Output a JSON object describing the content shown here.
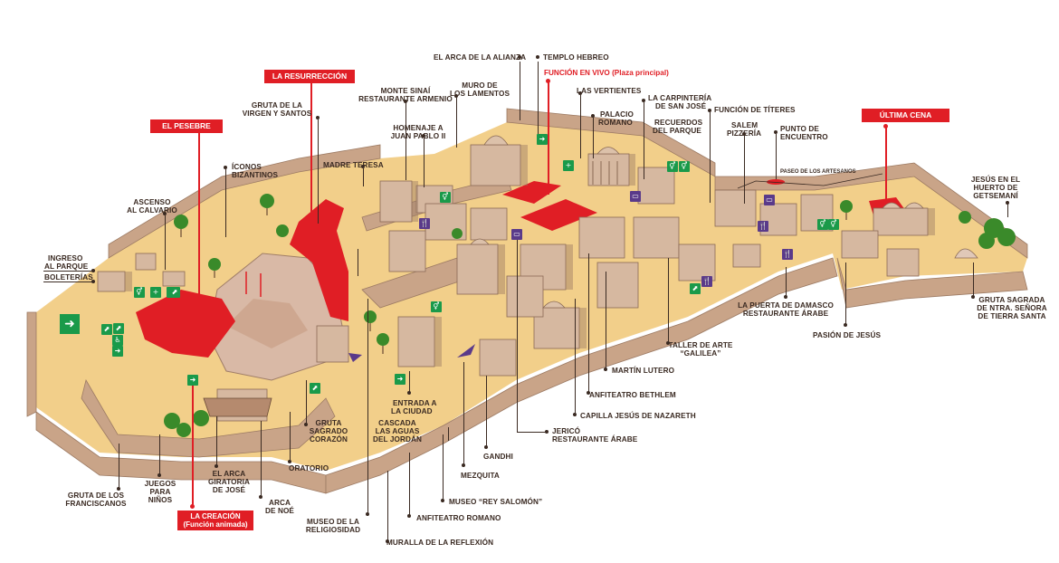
{
  "title_tags": {
    "resurreccion": "LA RESURRECCIÓN",
    "pesebre": "EL PESEBRE",
    "ultima_cena": "ÚLTIMA CENA",
    "creacion": "LA CREACIÓN",
    "creacion_sub": "(Función animada)",
    "funcion_vivo": "FUNCIÓN EN VIVO",
    "funcion_vivo_sub": "(Plaza principal)"
  },
  "labels": {
    "arca_alianza": "EL ARCA DE LA ALIANZA",
    "templo_hebreo": "TEMPLO HEBREO",
    "muro_lamentos_1": "MURO DE",
    "muro_lamentos_2": "LOS LAMENTOS",
    "monte_sinai_1": "MONTE SINAÍ",
    "monte_sinai_2": "RESTAURANTE ARMENIO",
    "gruta_virgen_1": "GRUTA DE LA",
    "gruta_virgen_2": "VIRGEN Y SANTOS",
    "las_vertientes": "LAS VERTIENTES",
    "carpinteria_1": "LA CARPINTERÍA",
    "carpinteria_2": "DE SAN JOSÉ",
    "palacio_1": "PALACIO",
    "palacio_2": "ROMANO",
    "recuerdos_1": "RECUERDOS",
    "recuerdos_2": "DEL PARQUE",
    "funcion_titeres": "FUNCIÓN DE TÍTERES",
    "salem_1": "SALEM",
    "salem_2": "PIZZERÍA",
    "punto_1": "PUNTO DE",
    "punto_2": "ENCUENTRO",
    "homenaje_1": "HOMENAJE A",
    "homenaje_2": "JUAN PABLO II",
    "madre_teresa": "MADRE TERESA",
    "iconos_1": "ÍCONOS",
    "iconos_2": "BIZANTINOS",
    "paseo_artesanos": "PASEO DE LOS ARTESANOS",
    "jesus_huerto_1": "JESÚS EN EL",
    "jesus_huerto_2": "HUERTO DE",
    "jesus_huerto_3": "GETSEMANÍ",
    "ascenso_1": "ASCENSO",
    "ascenso_2": "AL CALVARIO",
    "ingreso_1": "INGRESO",
    "ingreso_2": "AL PARQUE",
    "boleterias": "BOLETERÍAS",
    "gruta_sagrada_1": "GRUTA SAGRADA",
    "gruta_sagrada_2": "DE NTRA. SEÑORA",
    "gruta_sagrada_3": "DE TIERRA SANTA",
    "puerta_damasco_1": "LA PUERTA DE DAMASCO",
    "puerta_damasco_2": "RESTAURANTE ÁRABE",
    "pasion": "PASIÓN DE JESÚS",
    "taller_1": "TALLER DE ARTE",
    "taller_2": "“GALILEA”",
    "martin_lutero": "MARTÍN LUTERO",
    "anfiteatro_bethlem": "ANFITEATRO BETHLEM",
    "capilla": "CAPILLA JESÚS DE NAZARETH",
    "jerico_1": "JERICÓ",
    "jerico_2": "RESTAURANTE ÁRABE",
    "entrada_1": "ENTRADA A",
    "entrada_2": "LA CIUDAD",
    "cascada_1": "CASCADA",
    "cascada_2": "LAS AGUAS",
    "cascada_3": "DEL JORDÁN",
    "gandhi": "GANDHI",
    "mezquita": "MEZQUITA",
    "museo_salomon": "MUSEO “REY SALOMÓN”",
    "anfiteatro_romano": "ANFITEATRO ROMANO",
    "muralla": "MURALLA DE LA REFLEXIÓN",
    "museo_relig_1": "MUSEO DE LA",
    "museo_relig_2": "RELIGIOSIDAD",
    "gruta_corazon_1": "GRUTA",
    "gruta_corazon_2": "SAGRADO",
    "gruta_corazon_3": "CORAZÓN",
    "oratorio": "ORATORIO",
    "arca_noe_1": "ARCA",
    "arca_noe_2": "DE NOÉ",
    "arca_giratoria_1": "EL ARCA",
    "arca_giratoria_2": "GIRATORIA",
    "arca_giratoria_3": "DE JOSÉ",
    "juegos_1": "JUEGOS",
    "juegos_2": "PARA",
    "juegos_3": "NIÑOS",
    "gruta_franciscanos_1": "GRUTA DE LOS",
    "gruta_franciscanos_2": "FRANCISCANOS"
  },
  "colors": {
    "ground": "#f2cf8a",
    "wall": "#c9a488",
    "wall_dark": "#a07e68",
    "building": "#d6b8a0",
    "building_dark": "#9c7a63",
    "accent_red": "#e01e25",
    "sign_green": "#1a9a4a",
    "tree": "#3a8a2a"
  }
}
